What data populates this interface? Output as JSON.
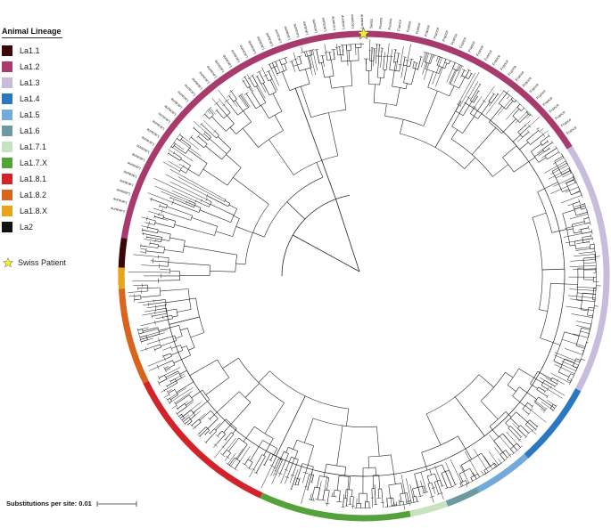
{
  "legend": {
    "title": "Animal Lineage",
    "items": [
      {
        "label": "La1.1",
        "color": "#3a0606"
      },
      {
        "label": "La1.2",
        "color": "#a83a6e"
      },
      {
        "label": "La1.3",
        "color": "#c8bcdc"
      },
      {
        "label": "La1.4",
        "color": "#2b78c2"
      },
      {
        "label": "La1.5",
        "color": "#74a9dc"
      },
      {
        "label": "La1.6",
        "color": "#6b9aa0"
      },
      {
        "label": "La1.7.1",
        "color": "#c7e2bf"
      },
      {
        "label": "La1.7.X",
        "color": "#54a23a"
      },
      {
        "label": "La1.8.1",
        "color": "#d3232a"
      },
      {
        "label": "La1.8.2",
        "color": "#d9641b"
      },
      {
        "label": "La1.8.X",
        "color": "#eaa517"
      },
      {
        "label": "La2",
        "color": "#111111"
      }
    ]
  },
  "marker": {
    "label": "Swiss Patient",
    "color": "#f2ee2c",
    "icon": "star-icon"
  },
  "scale_bar": {
    "label": "Substitutions per site: 0.01"
  },
  "ring": [
    {
      "lineage": "La1.1",
      "start": 268,
      "end": 279
    },
    {
      "lineage": "La1.2",
      "start": 279,
      "end": 359.4
    },
    {
      "lineage": "La1.2",
      "start": 0.6,
      "end": 58
    },
    {
      "lineage": "La1.3",
      "start": 58,
      "end": 118
    },
    {
      "lineage": "La1.4",
      "start": 118,
      "end": 138
    },
    {
      "lineage": "La1.5",
      "start": 138,
      "end": 152
    },
    {
      "lineage": "La1.6",
      "start": 152,
      "end": 160
    },
    {
      "lineage": "La1.7.1",
      "start": 160,
      "end": 169
    },
    {
      "lineage": "La1.7.X",
      "start": 169,
      "end": 205
    },
    {
      "lineage": "La1.8.1",
      "start": 205,
      "end": 244
    },
    {
      "lineage": "La1.8.2",
      "start": 244,
      "end": 267
    },
    {
      "lineage": "La1.8.X",
      "start": 267,
      "end": 272
    }
  ],
  "tip_labels_top": [
    "Lacaune",
    "Lacaune",
    "Lacaune",
    "Lacaune",
    "Lacaune",
    "Lacaune",
    "Lacaune",
    "Lacaune",
    "Lacaune",
    "Lacaune",
    "Lacaune",
    "Lacaune",
    "Lacaune",
    "Lacaune",
    "Lacaune",
    "Lacaune",
    "Lacaune",
    "Lacaune",
    "Lacaune",
    "Lacaune",
    "Lacaune",
    "Lacaune",
    "Lacaune",
    "Lacaune",
    "Lacaune",
    "Lacaune",
    "Lacaune",
    "Lacaune",
    "Lacaune",
    "Lacaune",
    "Lacaune",
    "Lacaune",
    "Lacaune",
    "Lacaune",
    "Lacaune",
    "Lacaune",
    "Swiss",
    "France",
    "France",
    "France",
    "France",
    "France",
    "France",
    "France",
    "France",
    "France",
    "France",
    "France",
    "France",
    "France",
    "France",
    "France",
    "France",
    "France",
    "France",
    "France",
    "France",
    "France",
    "France",
    "France",
    "France",
    "France"
  ]
}
